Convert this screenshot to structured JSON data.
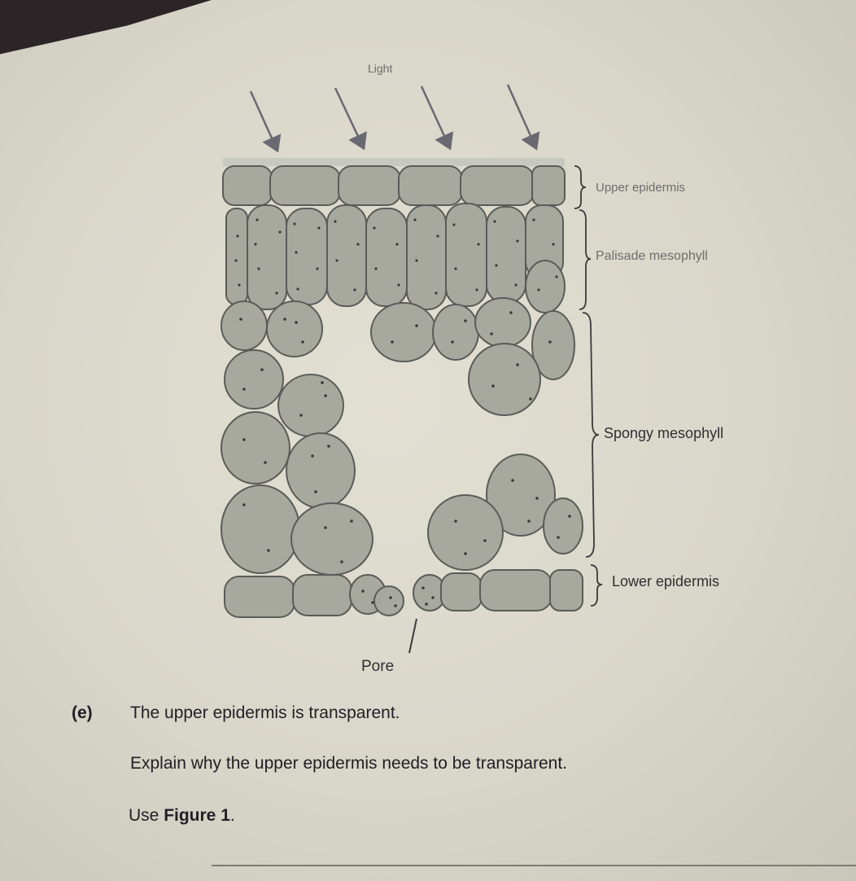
{
  "figure": {
    "light_label": "Light",
    "labels": {
      "upper_epidermis": "Upper epidermis",
      "palisade_mesophyll": "Palisade mesophyll",
      "spongy_mesophyll": "Spongy mesophyll",
      "lower_epidermis": "Lower epidermis",
      "pore": "Pore"
    },
    "colors": {
      "cell_fill": "#a7a99e",
      "cell_stroke": "#5b5c58",
      "arrow": "#6a6870"
    }
  },
  "question": {
    "part": "(e)",
    "statement": "The upper epidermis is transparent.",
    "instruction": "Explain why the upper epidermis needs to be transparent.",
    "hint": "Use Figure 1."
  }
}
